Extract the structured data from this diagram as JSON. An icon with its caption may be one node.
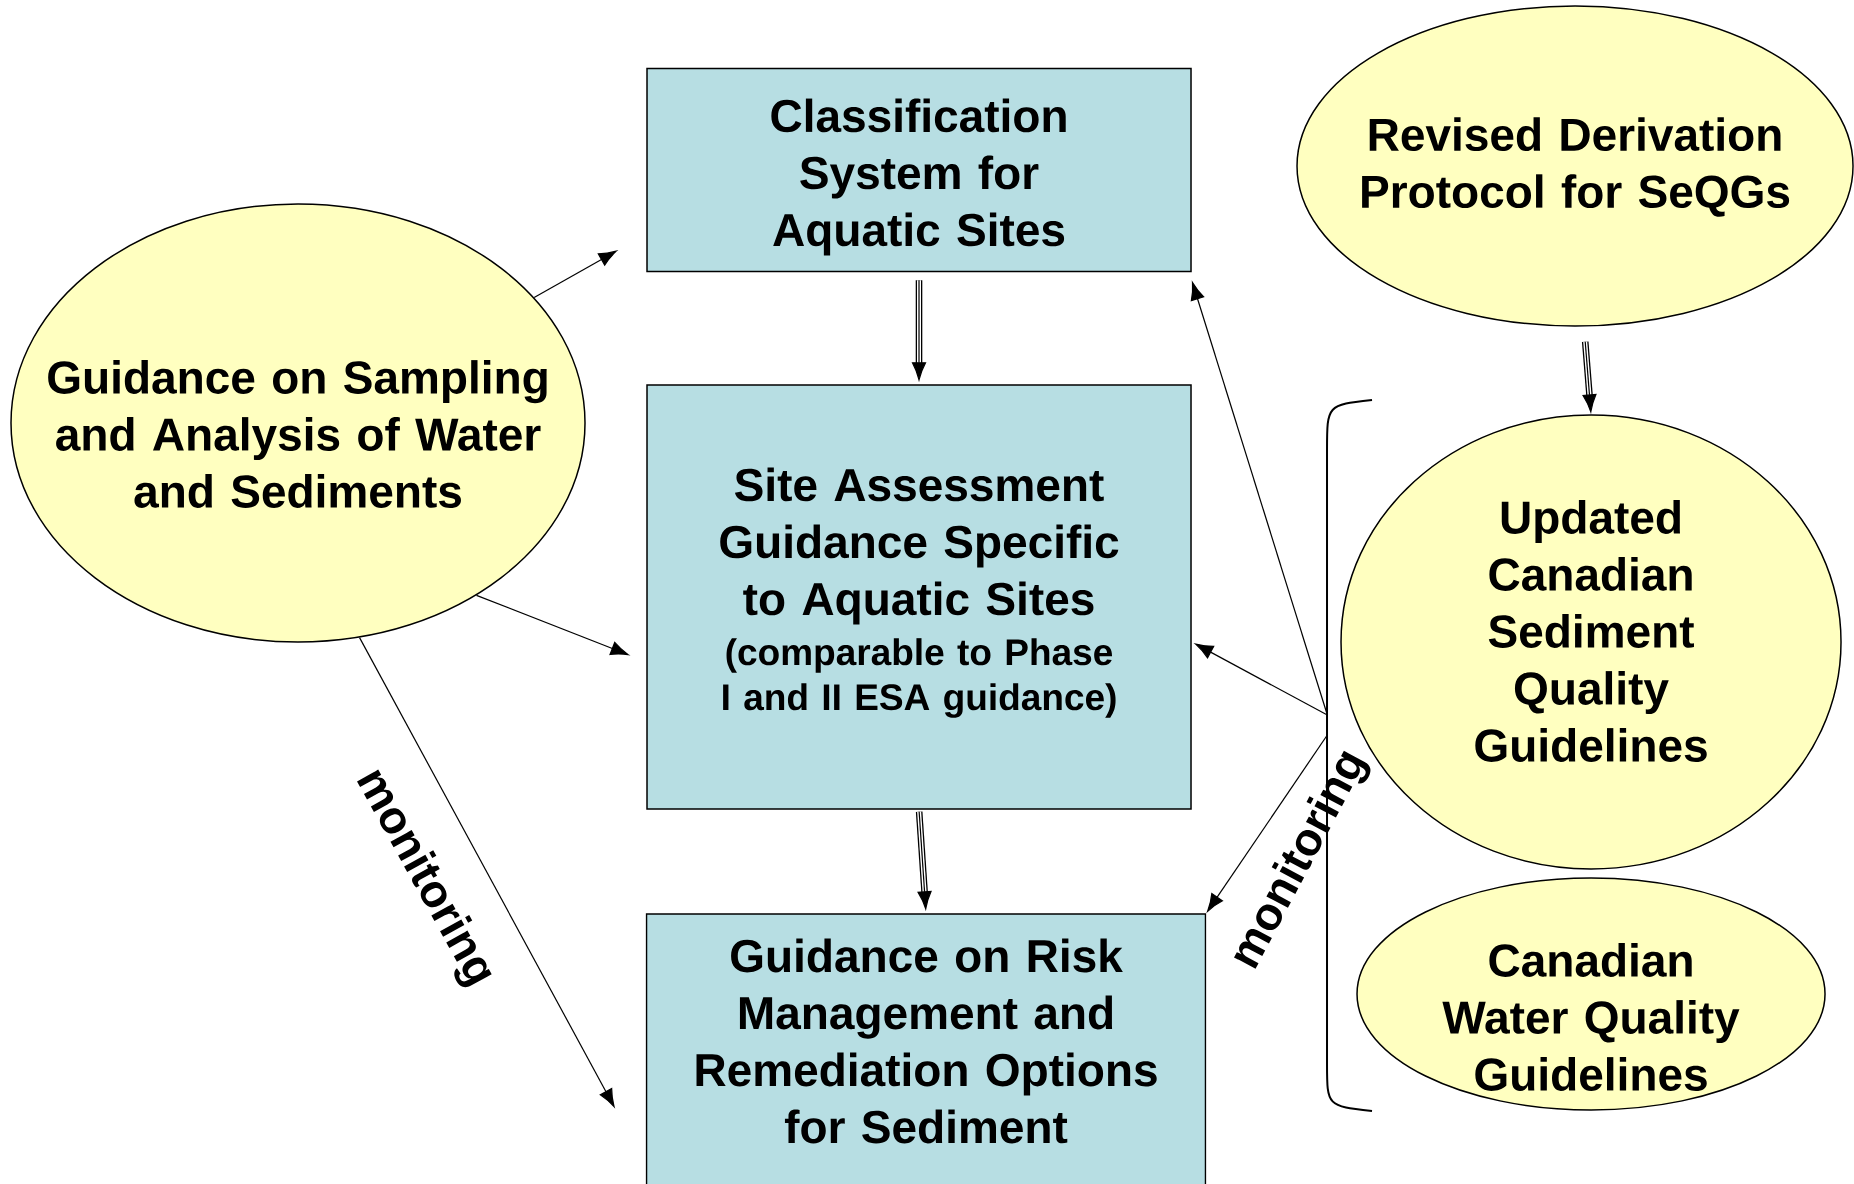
{
  "diagram": {
    "nodes": [
      {
        "text": [
          "Guidance on Sampling and Analysis of Water and Sediments"
        ]
      },
      {
        "text": [
          "Classification System for Aquatic Sites"
        ]
      },
      {
        "text": [
          "Site Assessment Guidance Specific to Aquatic Sites",
          "(comparable to Phase I and II ESA guidance)"
        ]
      },
      {
        "text": [
          "Guidance on Risk Management and Remediation Options for Sediment"
        ]
      },
      {
        "text": [
          "Revised Derivation Protocol for SeQGs"
        ]
      },
      {
        "text": [],
        "shape": "bracket"
      },
      {
        "text": [
          "Updated Canadian Sediment Quality Guidelines"
        ]
      },
      {
        "text": [
          "Canadian Water Quality Guidelines"
        ]
      }
    ],
    "edges": [
      {
        "from": 0,
        "to": 1,
        "arrow": "to"
      },
      {
        "from": 0,
        "to": 2,
        "arrow": "to"
      },
      {
        "from": 0,
        "to": 3,
        "arrow": "to",
        "label": "monitoring"
      },
      {
        "from": 1,
        "to": 2,
        "arrow": "to",
        "style": "thick"
      },
      {
        "from": 2,
        "to": 3,
        "arrow": "to",
        "style": "thick"
      },
      {
        "from": 4,
        "to": 6,
        "arrow": "to",
        "style": "thick"
      },
      {
        "from": 5,
        "to": 1,
        "arrow": "to"
      },
      {
        "from": 5,
        "to": 2,
        "arrow": "to"
      },
      {
        "from": 5,
        "to": 3,
        "arrow": "to",
        "label": "monitoring"
      }
    ]
  }
}
